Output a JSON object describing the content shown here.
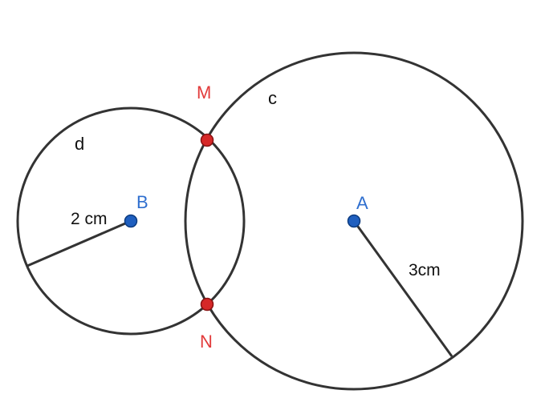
{
  "colors": {
    "stroke": "#333333",
    "center_point": "#1f5fbf",
    "intersection_point": "#d62828",
    "center_label": "#2f6fcf",
    "intersection_label": "#e23b3b",
    "text": "#111111"
  },
  "circles": [
    {
      "name": "c",
      "center": "A",
      "radius_label": "3cm"
    },
    {
      "name": "d",
      "center": "B",
      "radius_label": "2 cm"
    }
  ],
  "points": [
    {
      "name": "A",
      "kind": "center"
    },
    {
      "name": "B",
      "kind": "center"
    },
    {
      "name": "M",
      "kind": "intersection"
    },
    {
      "name": "N",
      "kind": "intersection"
    }
  ]
}
